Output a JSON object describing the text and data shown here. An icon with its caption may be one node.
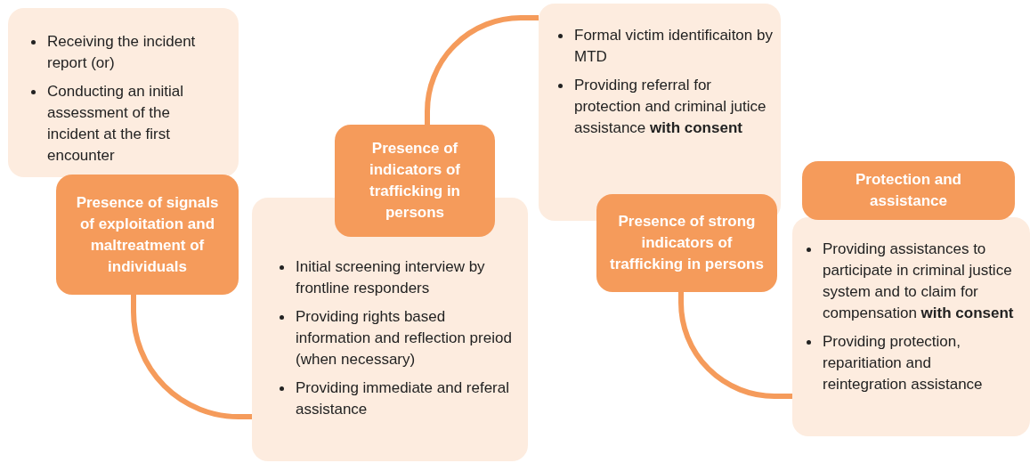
{
  "diagram": {
    "nodes": [
      {
        "text": [
          "Receiving the incident report (or)",
          "Conducting an initial assessment of the incident at the first encounter"
        ]
      },
      {
        "text": [
          "Presence of signals of exploitation and maltreatment of individuals"
        ]
      },
      {
        "text": [
          "Presence of indicators of trafficking in persons"
        ]
      },
      {
        "text": [
          "Initial screening interview by frontline responders",
          "Providing rights based information and reflection preiod (when necessary)",
          "Providing immediate and referal assistance"
        ]
      },
      {
        "text": [
          "Formal victim identificaiton by MTD",
          "Providing referral for protection and criminal jutice assistance **with consent**"
        ]
      },
      {
        "text": [
          "Presence of strong indicators of trafficking in persons"
        ]
      },
      {
        "text": [
          "Protection and assistance"
        ]
      },
      {
        "text": [
          "Providing assistances to participate in criminal justice system and to claim for compensation **with consent**",
          "Providing protection, reparitiation and reintegration assistance"
        ]
      }
    ],
    "edges": [
      {
        "from": 1,
        "to": 3,
        "arrow": "none"
      },
      {
        "from": 2,
        "to": 4,
        "arrow": "none"
      },
      {
        "from": 5,
        "to": 7,
        "arrow": "none"
      }
    ]
  }
}
